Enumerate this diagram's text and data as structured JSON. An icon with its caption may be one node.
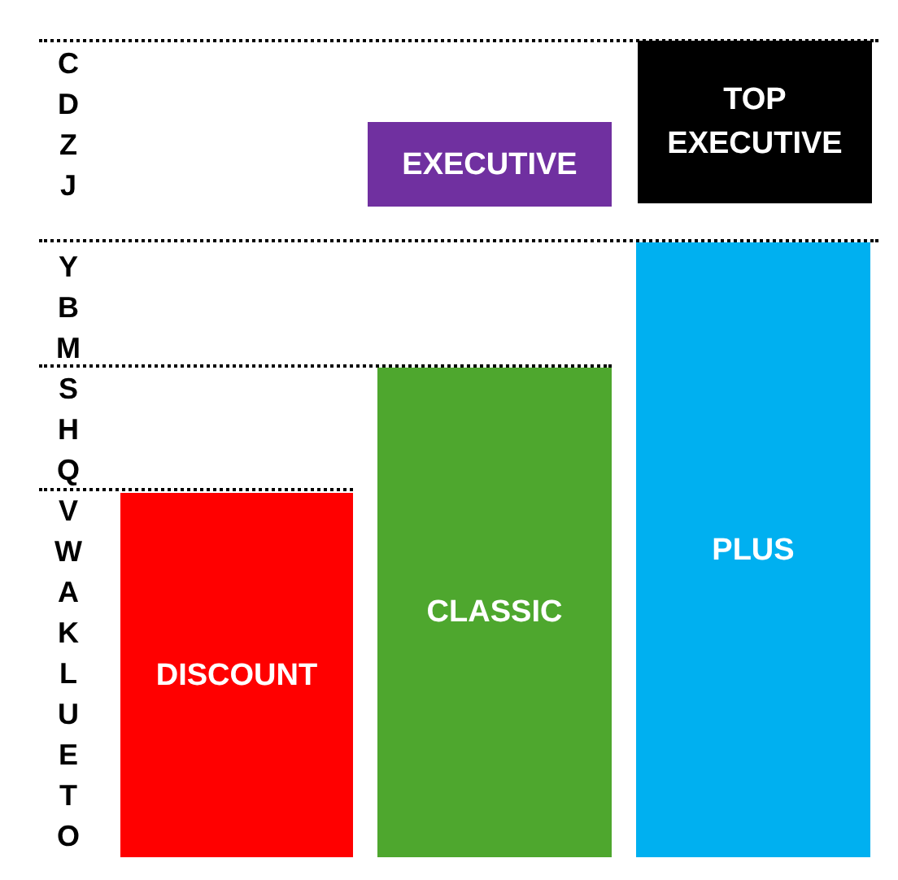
{
  "diagram": {
    "nodes": [
      {
        "text": [
          "EXECUTIVE"
        ]
      },
      {
        "text": [
          "TOP EXECUTIVE"
        ]
      },
      {
        "text": [
          "DISCOUNT"
        ]
      },
      {
        "text": [
          "CLASSIC"
        ]
      },
      {
        "text": [
          "PLUS"
        ]
      }
    ],
    "labels": [
      "C",
      "D",
      "Z",
      "J",
      "Y",
      "B",
      "M",
      "S",
      "H",
      "Q",
      "V",
      "W",
      "A",
      "K",
      "L",
      "U",
      "E",
      "T",
      "O"
    ]
  }
}
